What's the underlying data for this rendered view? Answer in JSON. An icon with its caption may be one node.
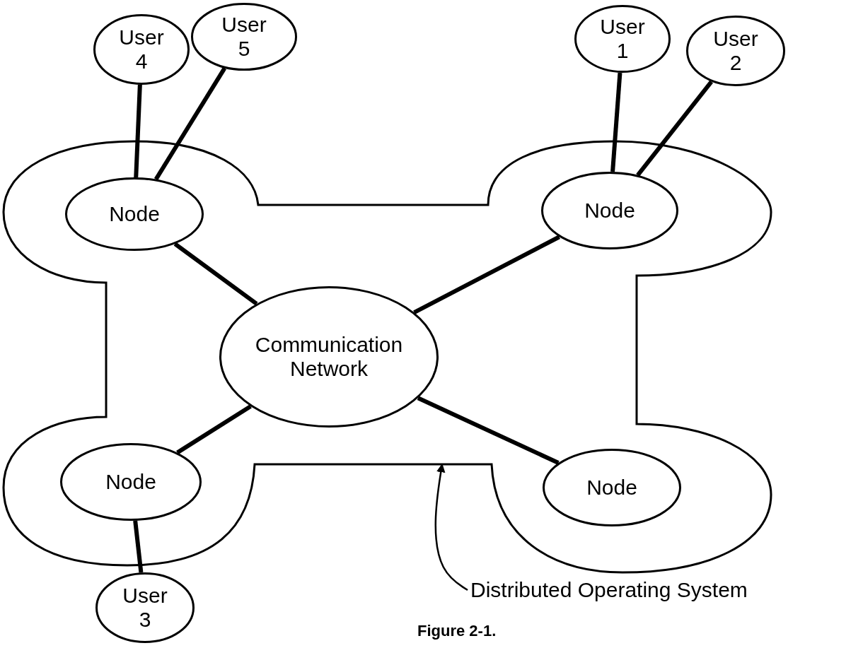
{
  "diagram": {
    "caption": "Figure 2-1.",
    "nodes": [
      {
        "text": [],
        "shape": "cloud"
      },
      {
        "text": [
          "User 4"
        ]
      },
      {
        "text": [
          "User 5"
        ]
      },
      {
        "text": [
          "User 1"
        ]
      },
      {
        "text": [
          "User 2"
        ]
      },
      {
        "text": [
          "Node"
        ],
        "in": 0
      },
      {
        "text": [
          "Node"
        ],
        "in": 0
      },
      {
        "text": [
          "Communication Network"
        ],
        "in": 0
      },
      {
        "text": [
          "Node"
        ],
        "in": 0
      },
      {
        "text": [
          "Node"
        ],
        "in": 0
      },
      {
        "text": [
          "User 3"
        ]
      },
      {
        "text": [
          "Distributed Operating System"
        ]
      }
    ],
    "edges": [
      {
        "from": 1,
        "to": 5,
        "arrow": "none"
      },
      {
        "from": 2,
        "to": 5,
        "arrow": "none"
      },
      {
        "from": 3,
        "to": 6,
        "arrow": "none"
      },
      {
        "from": 4,
        "to": 6,
        "arrow": "none"
      },
      {
        "from": 5,
        "to": 7,
        "arrow": "none"
      },
      {
        "from": 6,
        "to": 7,
        "arrow": "none"
      },
      {
        "from": 8,
        "to": 7,
        "arrow": "none"
      },
      {
        "from": 9,
        "to": 7,
        "arrow": "none"
      },
      {
        "from": 10,
        "to": 8,
        "arrow": "none"
      },
      {
        "from": 11,
        "to": 0,
        "arrow": "to"
      }
    ]
  }
}
